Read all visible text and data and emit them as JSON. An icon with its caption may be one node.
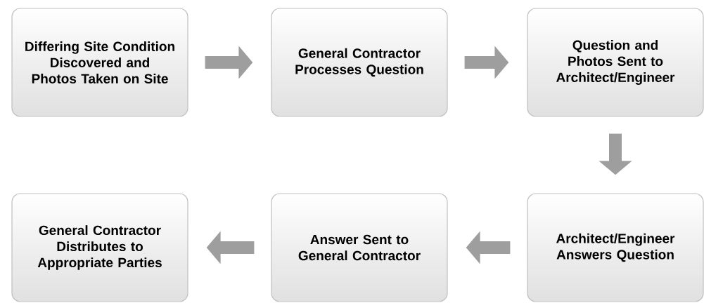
{
  "diagram": {
    "nodes": [
      {
        "text": [
          "Differing Site Condition Discovered and Photos Taken on Site"
        ]
      },
      {
        "text": [
          "General Contractor Processes Question"
        ]
      },
      {
        "text": [
          "Question and Photos Sent to Architect/Engineer"
        ]
      },
      {
        "text": [
          "General Contractor Distributes to Appropriate Parties"
        ]
      },
      {
        "text": [
          "Answer Sent to General Contractor"
        ]
      },
      {
        "text": [
          "Architect/Engineer Answers Question"
        ]
      }
    ],
    "edges": [
      {
        "from": 0,
        "to": 1,
        "arrow": "to"
      },
      {
        "from": 1,
        "to": 2,
        "arrow": "to"
      },
      {
        "from": 2,
        "to": 5,
        "arrow": "to"
      },
      {
        "from": 5,
        "to": 4,
        "arrow": "to"
      },
      {
        "from": 4,
        "to": 3,
        "arrow": "to"
      }
    ]
  }
}
